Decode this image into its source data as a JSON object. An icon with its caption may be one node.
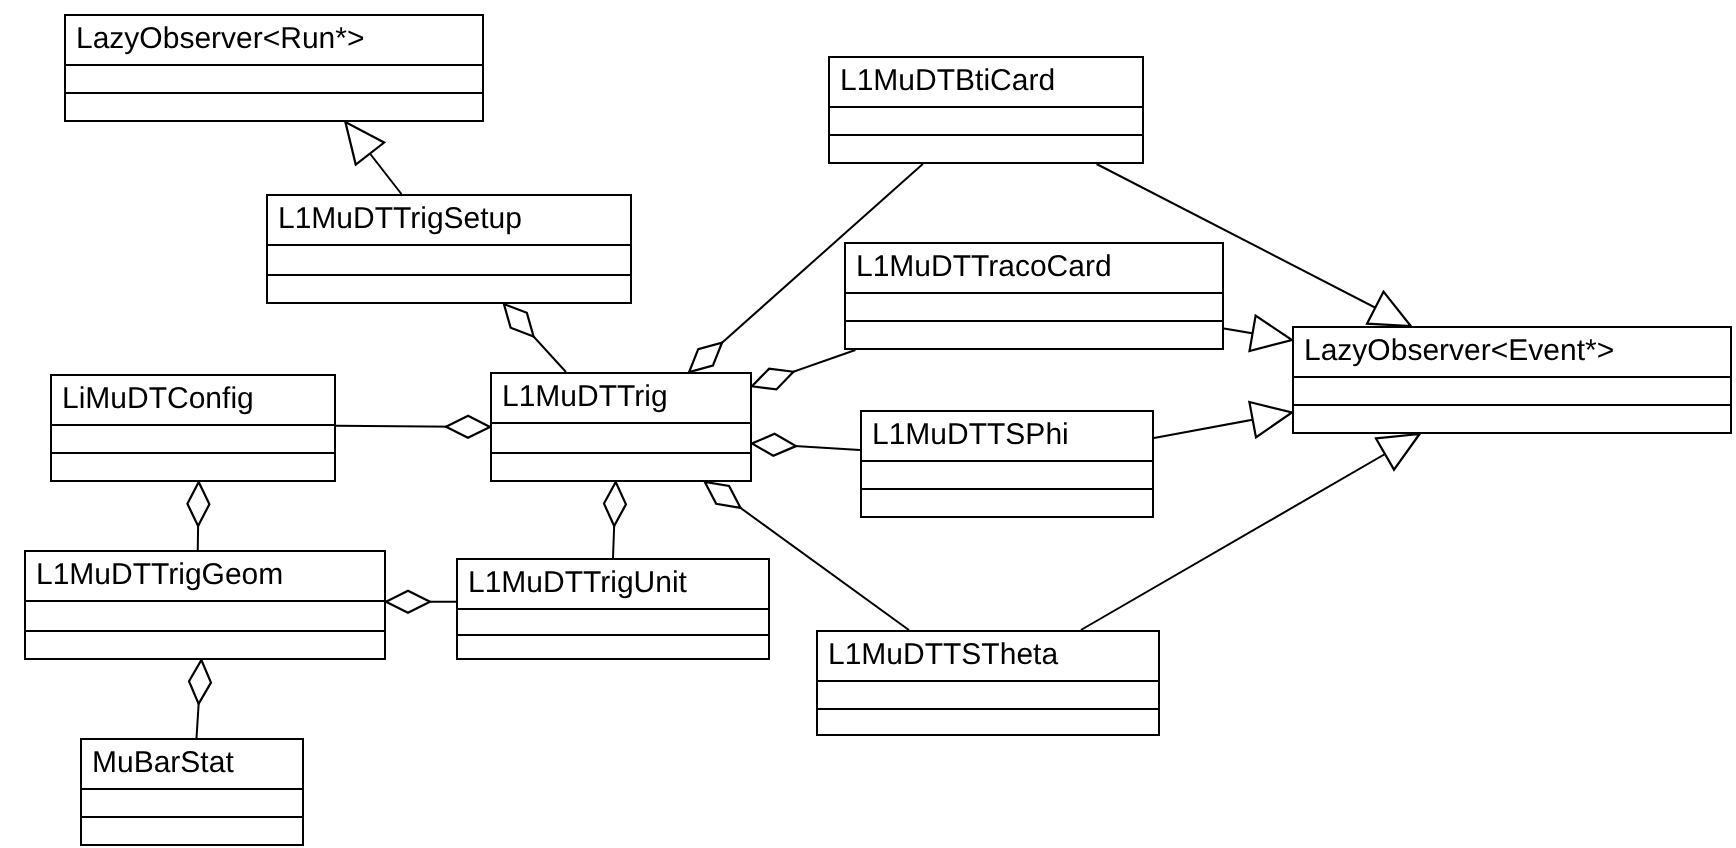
{
  "diagram": {
    "nodes": [
      {
        "text": [
          "LazyObserver<Run*>"
        ]
      },
      {
        "text": [
          "L1MuDTBtiCard"
        ]
      },
      {
        "text": [
          "L1MuDTTrigSetup"
        ]
      },
      {
        "text": [
          "L1MuDTTracoCard"
        ]
      },
      {
        "text": [
          "LazyObserver<Event*>"
        ]
      },
      {
        "text": [
          "LiMuDTConfig"
        ]
      },
      {
        "text": [
          "L1MuDTTrig"
        ]
      },
      {
        "text": [
          "L1MuDTTSPhi"
        ]
      },
      {
        "text": [
          "L1MuDTTrigGeom"
        ]
      },
      {
        "text": [
          "L1MuDTTrigUnit"
        ]
      },
      {
        "text": [
          "L1MuDTTSTheta"
        ]
      },
      {
        "text": [
          "MuBarStat"
        ]
      }
    ],
    "edges": [
      {
        "from": 2,
        "to": 0,
        "arrow": "to"
      },
      {
        "from": 6,
        "to": 2,
        "arrow": "other"
      },
      {
        "from": 1,
        "to": 6,
        "arrow": "other"
      },
      {
        "from": 3,
        "to": 6,
        "arrow": "other"
      },
      {
        "from": 5,
        "to": 6,
        "arrow": "other"
      },
      {
        "from": 7,
        "to": 6,
        "arrow": "other"
      },
      {
        "from": 10,
        "to": 6,
        "arrow": "other"
      },
      {
        "from": 9,
        "to": 6,
        "arrow": "other"
      },
      {
        "from": 8,
        "to": 5,
        "arrow": "other"
      },
      {
        "from": 9,
        "to": 8,
        "arrow": "other"
      },
      {
        "from": 11,
        "to": 8,
        "arrow": "other"
      },
      {
        "from": 1,
        "to": 4,
        "arrow": "to"
      },
      {
        "from": 3,
        "to": 4,
        "arrow": "to"
      },
      {
        "from": 7,
        "to": 4,
        "arrow": "to"
      },
      {
        "from": 10,
        "to": 4,
        "arrow": "to"
      }
    ]
  }
}
